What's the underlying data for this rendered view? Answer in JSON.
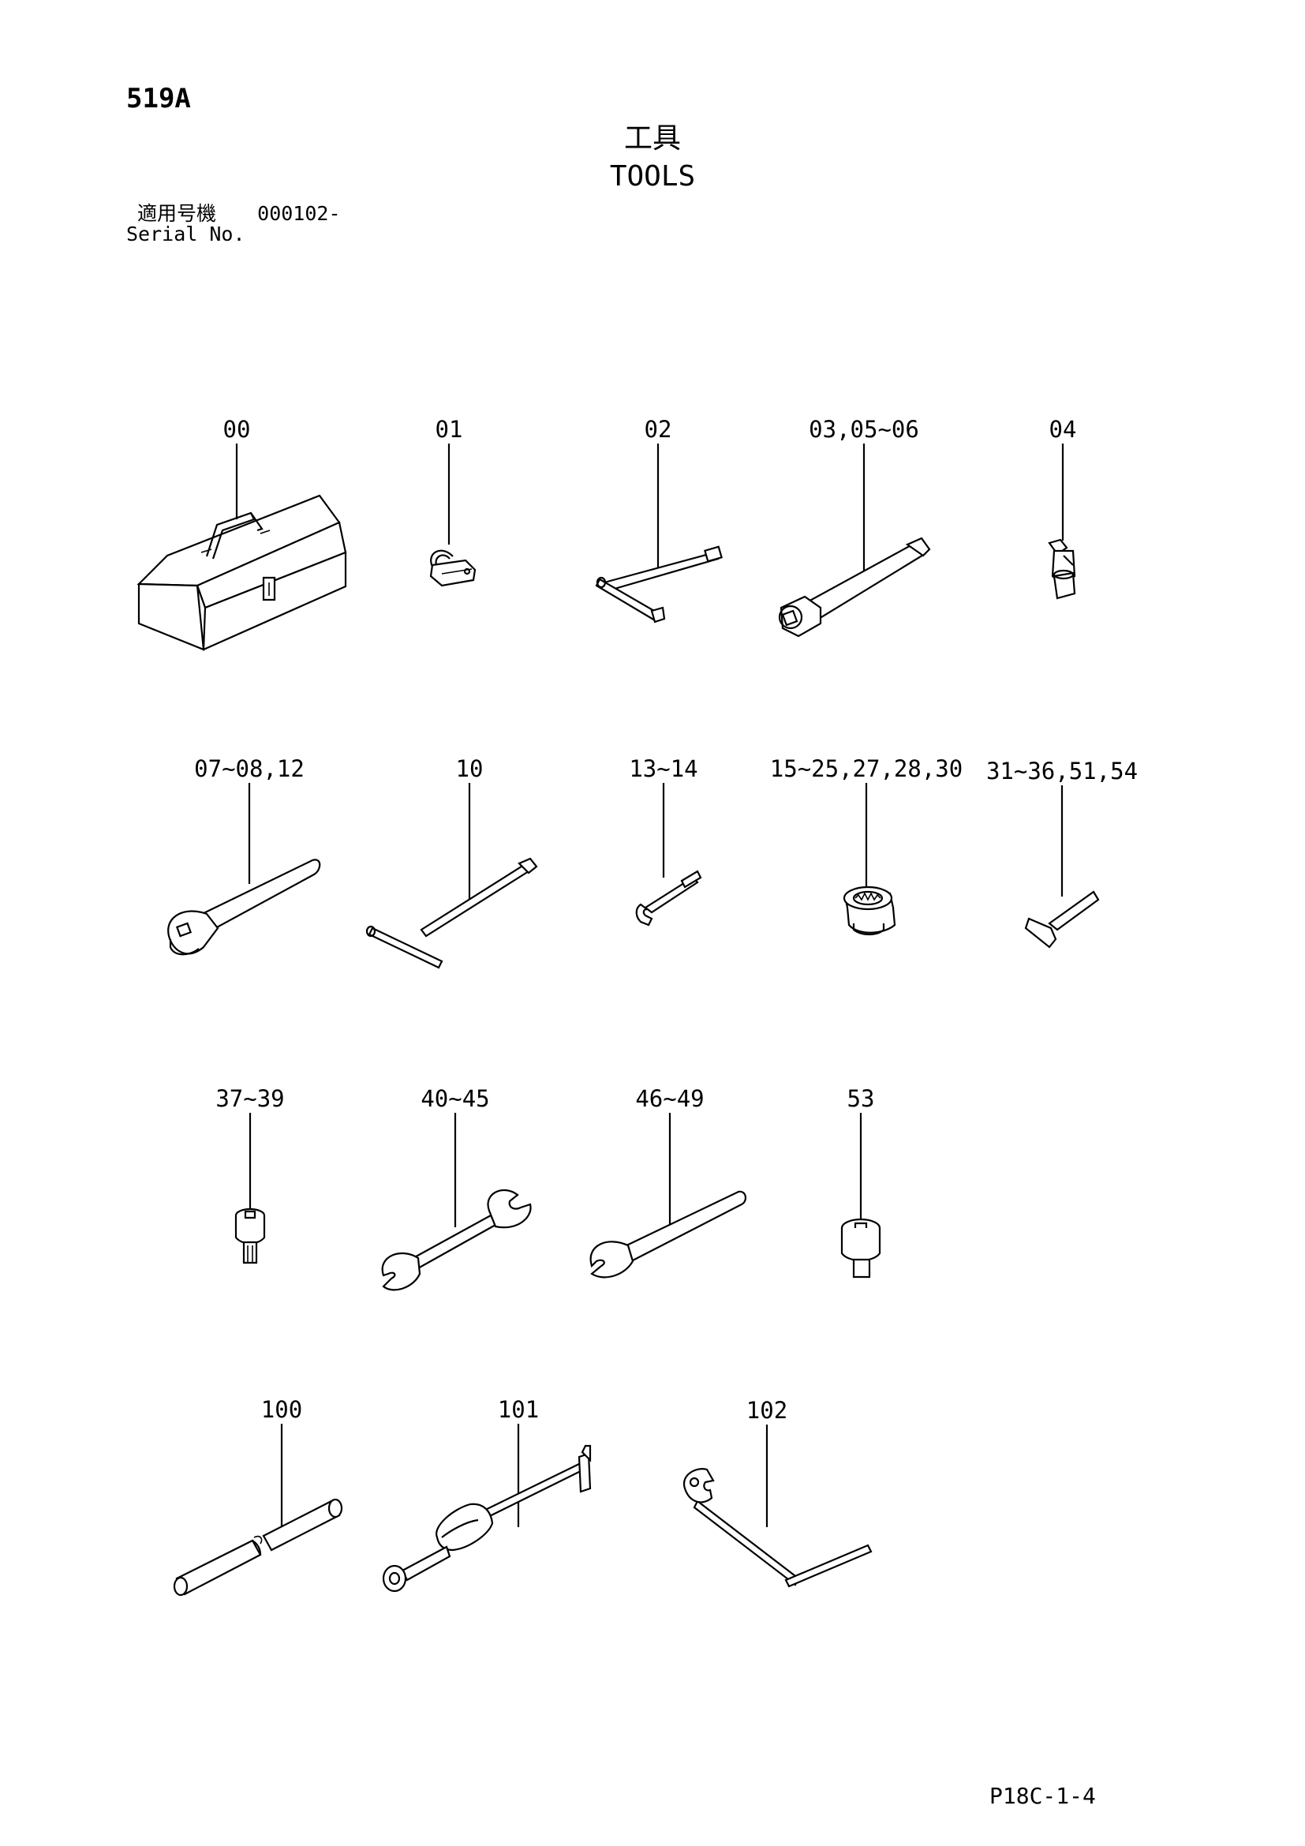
{
  "header": {
    "page_number": "519A",
    "title_ja": "工具",
    "title_en": "TOOLS",
    "serial_label_ja": "適用号機",
    "serial_value": "000102-",
    "serial_label_en": "Serial No."
  },
  "callouts": [
    {
      "id": "c00",
      "text": "00"
    },
    {
      "id": "c01",
      "text": "01"
    },
    {
      "id": "c02",
      "text": "02"
    },
    {
      "id": "c03",
      "text": "03,05~06"
    },
    {
      "id": "c04",
      "text": "04"
    },
    {
      "id": "c07",
      "text": "07~08,12"
    },
    {
      "id": "c10",
      "text": "10"
    },
    {
      "id": "c13",
      "text": "13~14"
    },
    {
      "id": "c15",
      "text": "15~25,27,28,30"
    },
    {
      "id": "c31",
      "text": "31~36,51,54"
    },
    {
      "id": "c37",
      "text": "37~39"
    },
    {
      "id": "c40",
      "text": "40~45"
    },
    {
      "id": "c46",
      "text": "46~49"
    },
    {
      "id": "c53",
      "text": "53"
    },
    {
      "id": "c100",
      "text": "100"
    },
    {
      "id": "c101",
      "text": "101"
    },
    {
      "id": "c102",
      "text": "102"
    }
  ],
  "footer": {
    "code": "P18C-1-4"
  }
}
